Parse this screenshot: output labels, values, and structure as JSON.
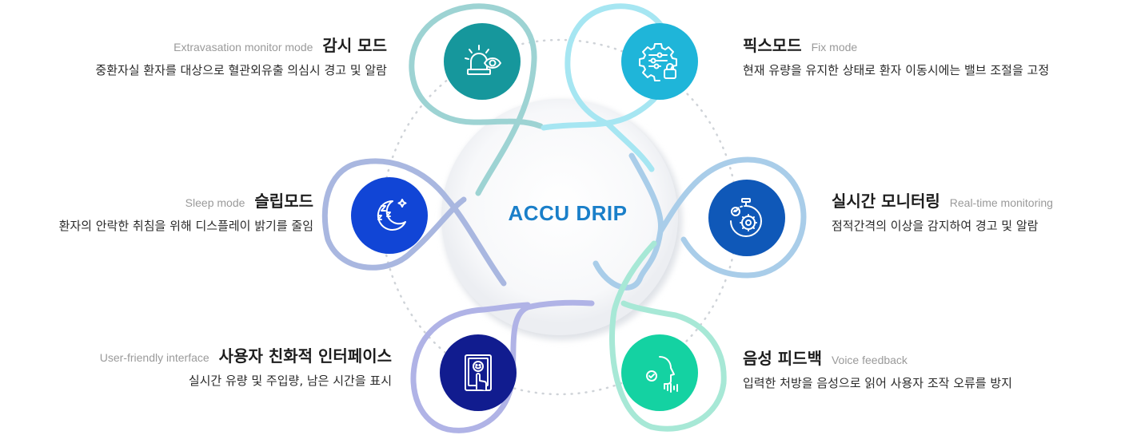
{
  "center": {
    "title": "ACCU DRIP"
  },
  "colors": {
    "monitor": "#16979c",
    "fix": "#1fb5d9",
    "realtime": "#0f58b8",
    "voice": "#14d2a2",
    "ui": "#111c8f",
    "sleep": "#1145d6"
  },
  "features": [
    {
      "id": "monitor",
      "icon": "alarm-eye-icon",
      "title_ko": "감시 모드",
      "title_en": "Extravasation monitor mode",
      "desc": "중환자실 환자를 대상으로 혈관외유출 의심시 경고 및 알람"
    },
    {
      "id": "fix",
      "icon": "gear-sliders-lock-icon",
      "title_ko": "픽스모드",
      "title_en": "Fix mode",
      "desc": "현재 유량을 유지한 상태로 환자 이동시에는 밸브 조절을 고정"
    },
    {
      "id": "realtime",
      "icon": "stopwatch-gear-icon",
      "title_ko": "실시간 모니터링",
      "title_en": "Real-time monitoring",
      "desc": "점적간격의 이상을 감지하여 경고 및 알람"
    },
    {
      "id": "voice",
      "icon": "voice-face-icon",
      "title_ko": "음성 피드백",
      "title_en": "Voice feedback",
      "desc": "입력한 처방을 음성으로 읽어 사용자 조작 오류를 방지"
    },
    {
      "id": "ui",
      "icon": "touch-screen-icon",
      "title_ko": "사용자 친화적 인터페이스",
      "title_en": "User-friendly interface",
      "desc": "실시간 유량 및 주입량, 남은 시간을 표시"
    },
    {
      "id": "sleep",
      "icon": "moon-sleep-icon",
      "title_ko": "슬립모드",
      "title_en": "Sleep mode",
      "desc": "환자의 안락한 취침을 위해 디스플레이 밝기를 줄임"
    }
  ]
}
